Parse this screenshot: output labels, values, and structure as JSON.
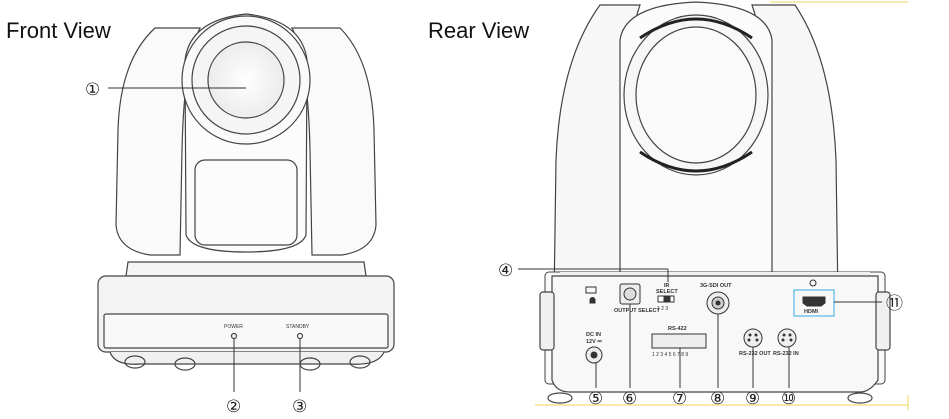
{
  "titles": {
    "front": "Front View",
    "rear": "Rear View"
  },
  "front_labels": {
    "power": "POWER",
    "standby": "STANDBY"
  },
  "rear_labels": {
    "ir": "IR",
    "select": "SELECT",
    "select_positions": "1  2  3",
    "dc_in": "DC IN",
    "dc_voltage": "12V ⎓",
    "output_select": "OUTPUT SELECT",
    "sdi": "3G-SDI OUT",
    "rs422": "RS-422",
    "rs422_pins": "1 2 3 4 5 6 7 8 9",
    "rs232_out": "RS-232 OUT",
    "rs232_in": "RS-232 IN",
    "hdmi": "HDMI"
  },
  "callouts": [
    "①",
    "②",
    "③",
    "④",
    "⑤",
    "⑥",
    "⑦",
    "⑧",
    "⑨",
    "⑩",
    "⑪"
  ],
  "colors": {
    "line": "#333333",
    "callout_box": "#58b7e8",
    "edge_guide": "#f2d55a"
  }
}
